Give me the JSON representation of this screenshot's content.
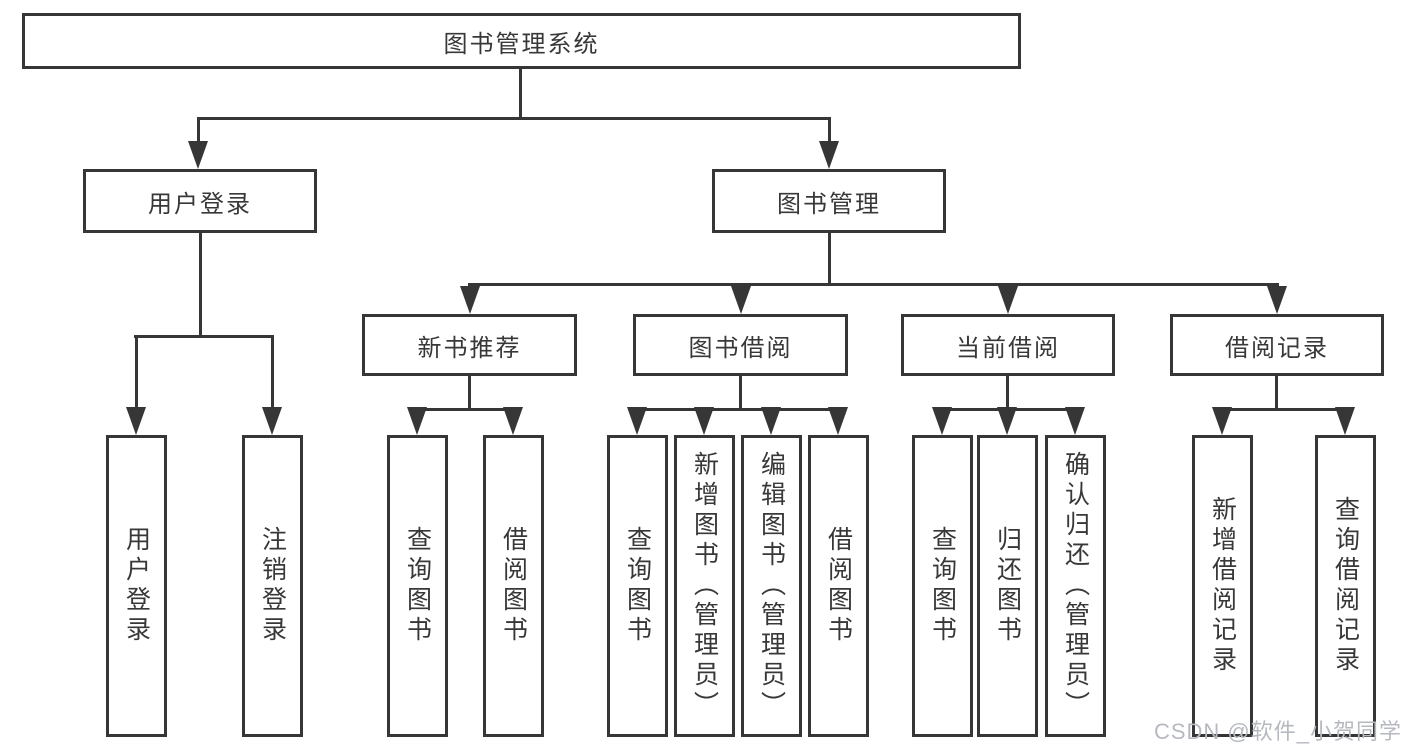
{
  "diagram": {
    "root": {
      "label": "图书管理系统"
    },
    "level2": {
      "user_login": {
        "label": "用户登录"
      },
      "book_management": {
        "label": "图书管理"
      }
    },
    "level3": {
      "new_book_recommend": {
        "label": "新书推荐"
      },
      "book_borrow": {
        "label": "图书借阅"
      },
      "current_borrow": {
        "label": "当前借阅"
      },
      "borrow_records": {
        "label": "借阅记录"
      }
    },
    "leaves": {
      "user_login": {
        "label": "用户登录"
      },
      "logout": {
        "label": "注销登录"
      },
      "recommend_query_books": {
        "label": "查询图书"
      },
      "recommend_borrow_books": {
        "label": "借阅图书"
      },
      "borrow_query_books": {
        "label": "查询图书"
      },
      "borrow_add_books": {
        "label": "新增图书（管理员）"
      },
      "borrow_edit_books": {
        "label": "编辑图书（管理员）"
      },
      "borrow_borrow_books": {
        "label": "借阅图书"
      },
      "current_query_books": {
        "label": "查询图书"
      },
      "current_return_books": {
        "label": "归还图书"
      },
      "current_confirm_return": {
        "label": "确认归还（管理员）"
      },
      "records_add_record": {
        "label": "新增借阅记录"
      },
      "records_query_record": {
        "label": "查询借阅记录"
      }
    },
    "watermark": "CSDN @软件_小贺同学",
    "colors": {
      "line": "#363636",
      "text": "#383838",
      "background": "#ffffff",
      "watermark": "#b6bac0"
    },
    "icons": {
      "connector_arrow": "arrow-down"
    }
  }
}
